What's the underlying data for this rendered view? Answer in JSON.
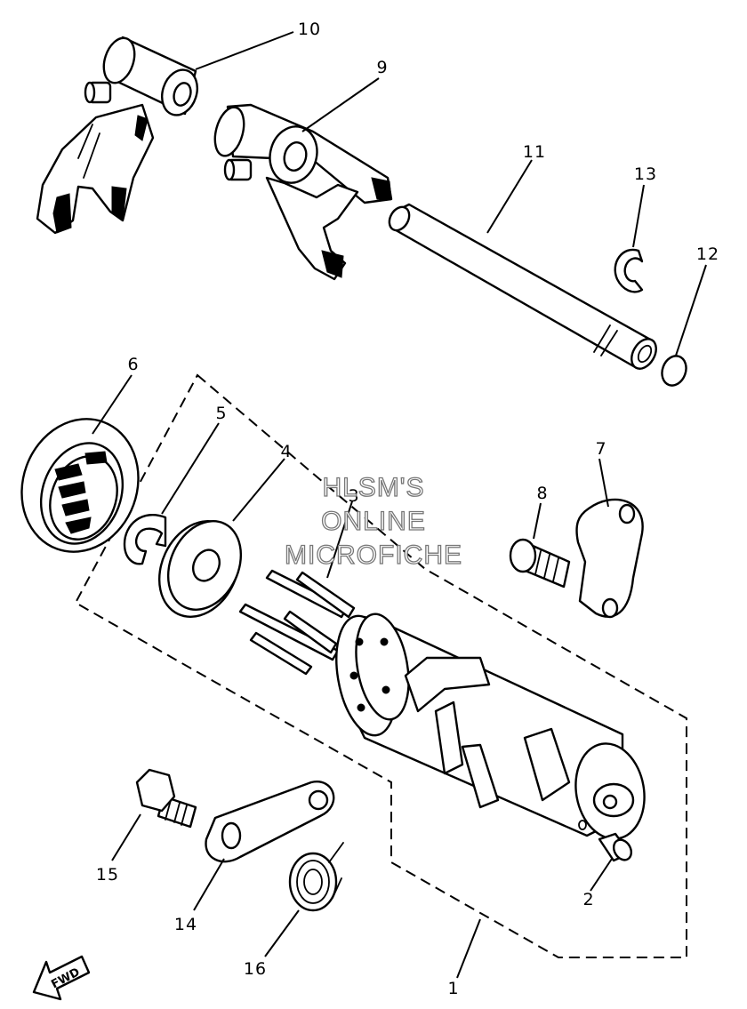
{
  "callouts": {
    "c1": "1",
    "c2": "2",
    "c3": "3",
    "c4": "4",
    "c5": "5",
    "c6": "6",
    "c7": "7",
    "c8": "8",
    "c9": "9",
    "c10": "10",
    "c11": "11",
    "c12": "12",
    "c13": "13",
    "c14": "14",
    "c15": "15",
    "c16": "16"
  },
  "watermark": {
    "line1": "HLSM'S",
    "line2": "ONLINE",
    "line3": "MICROFICHE"
  },
  "direction": {
    "label": "FWD"
  }
}
